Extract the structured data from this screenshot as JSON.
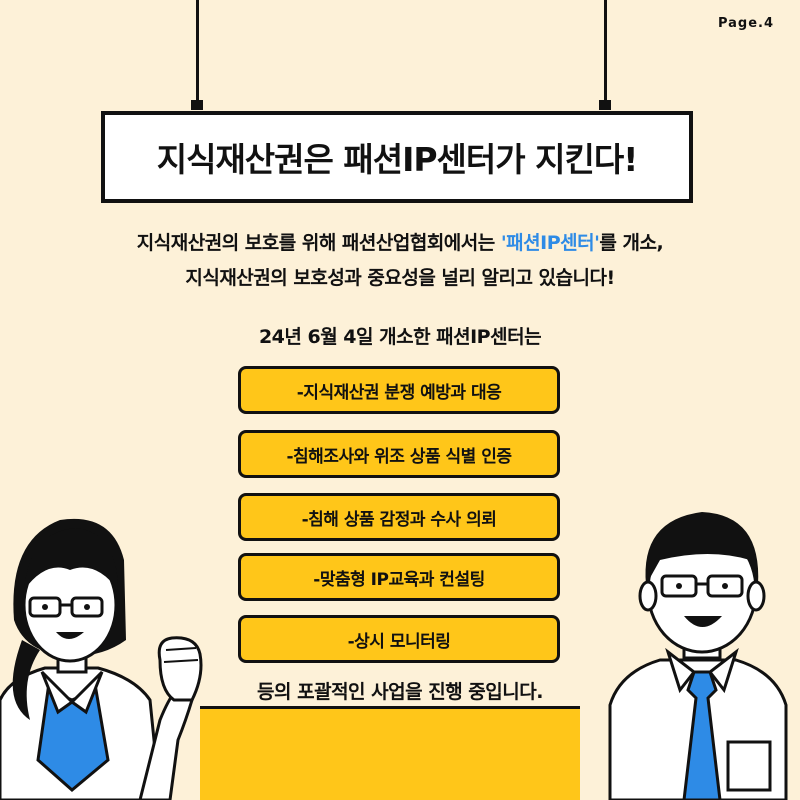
{
  "page_label": "Page.4",
  "title": "지식재산권은 패션IP센터가 지킨다!",
  "intro": {
    "line1_pre": "지식재산권의 보호를 위해 패션산업협회에서는 ",
    "line1_highlight": "'패션IP센터'",
    "line1_post": "를 개소,",
    "line2": "지식재산권의 보호성과 중요성을 널리 알리고 있습니다!"
  },
  "opened_text": "24년 6월 4일 개소한 패션IP센터는",
  "services": [
    "-지식재산권 분쟁 예방과 대응",
    "-침해조사와 위조 상품 식별 인증",
    "-침해 상품 감정과 수사 의뢰",
    "-맞춤형 IP교육과 컨설팅",
    "-상시 모니터링"
  ],
  "closing_text": "등의 포괄적인 사업을 진행 중입니다.",
  "colors": {
    "background": "#fdf1d8",
    "accent_yellow": "#ffc619",
    "highlight_blue": "#2e8be6",
    "outline": "#111111"
  }
}
